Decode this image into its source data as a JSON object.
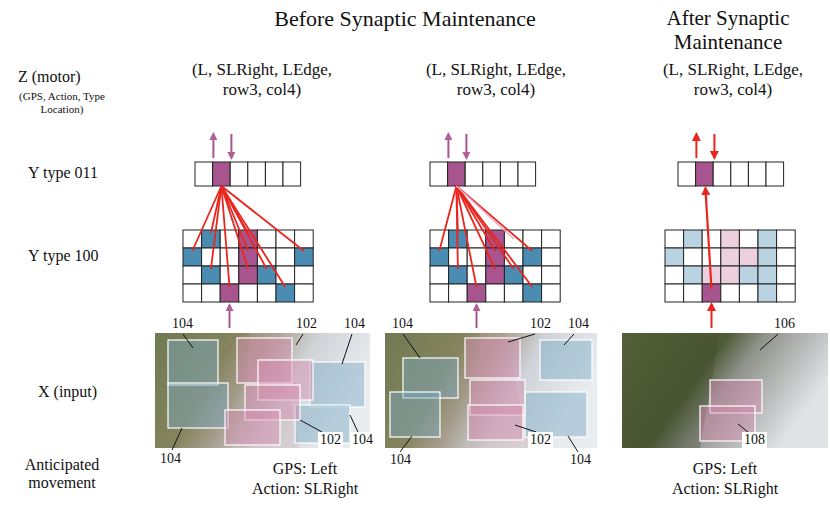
{
  "diagram": {
    "labels": [
      "Before Synaptic Maintenance",
      "After Synaptic Maintenance",
      "Z (motor)",
      "(GPS, Action, Type Location)",
      "Y type 011",
      "Y type 100",
      "X (input)",
      "Anticipated movement",
      "(L, SLRight, LEdge, row3, col4)",
      "(L, SLRight, LEdge, row3, col4)",
      "(L, SLRight, LEdge, row3, col4)",
      "104",
      "102",
      "104",
      "104",
      "102",
      "104",
      "104",
      "102",
      "104",
      "104",
      "102",
      "104",
      "106",
      "108",
      "GPS: Left",
      "Action: SLRight",
      "GPS: Left",
      "Action: SLRight"
    ]
  }
}
